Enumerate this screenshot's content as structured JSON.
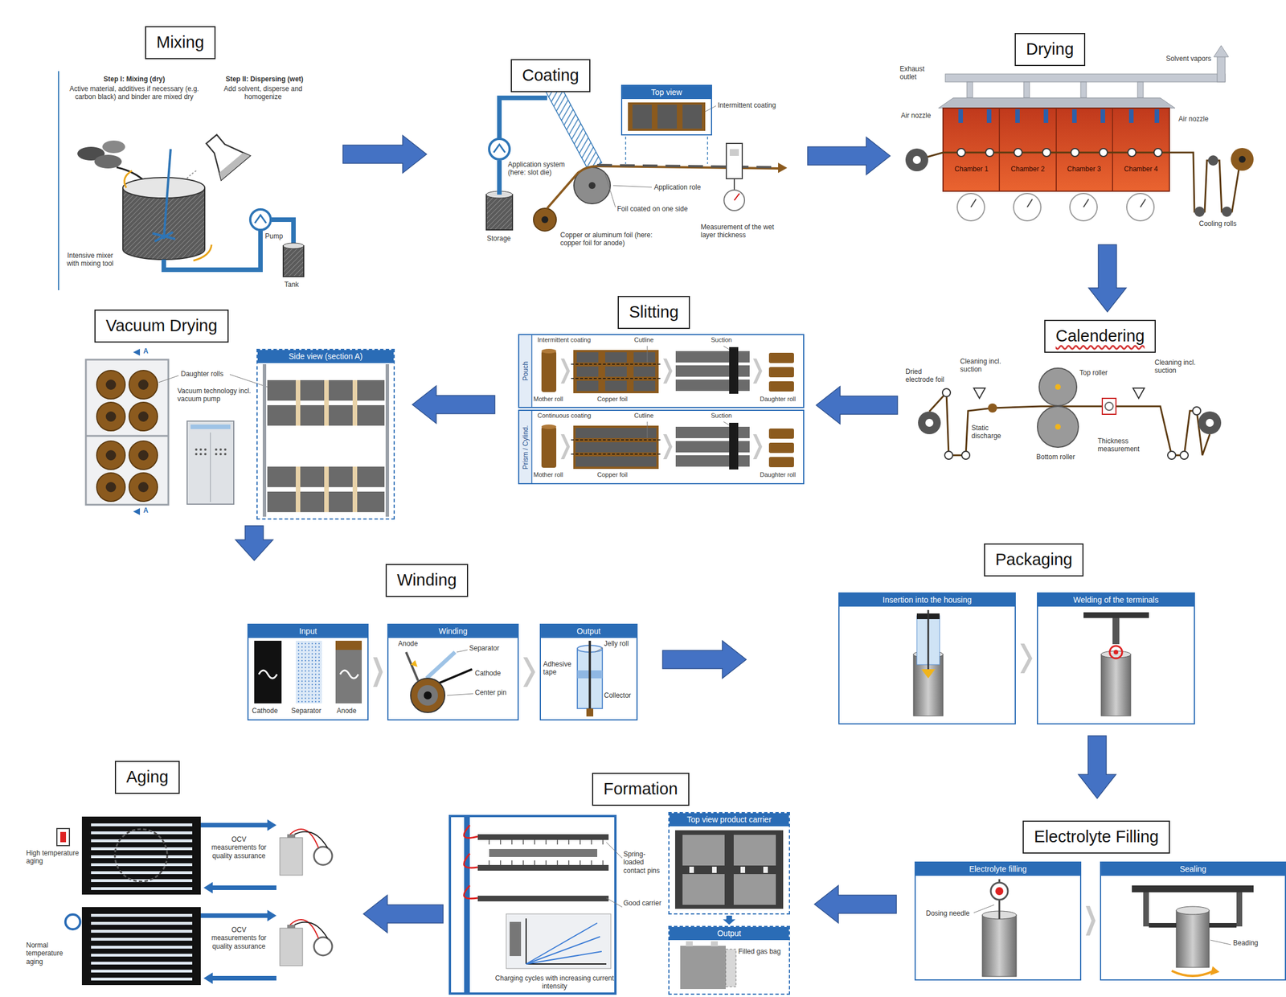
{
  "diagram": {
    "nodes": [
      {
        "text": [
          "Mixing"
        ]
      },
      {
        "text": [
          "Coating"
        ]
      },
      {
        "text": [
          "Top view"
        ],
        "in": 1
      },
      {
        "text": [
          "Drying"
        ]
      },
      {
        "text": [
          "Calendering"
        ]
      },
      {
        "text": [
          "Slitting"
        ]
      },
      {
        "text": [
          "Pouch"
        ],
        "in": 5
      },
      {
        "text": [
          "Prism / Cylind."
        ],
        "in": 5
      },
      {
        "text": [
          "Vacuum Drying"
        ]
      },
      {
        "text": [
          "Side view (section A)"
        ],
        "in": 8
      },
      {
        "text": [
          "Winding"
        ]
      },
      {
        "text": [
          "Input"
        ],
        "in": 10
      },
      {
        "text": [
          "Winding"
        ],
        "in": 10
      },
      {
        "text": [
          "Output"
        ],
        "in": 10
      },
      {
        "text": [
          "Packaging"
        ]
      },
      {
        "text": [
          "Insertion into the housing"
        ],
        "in": 14
      },
      {
        "text": [
          "Welding of the terminals"
        ],
        "in": 14
      },
      {
        "text": [
          "Electrolyte Filling"
        ]
      },
      {
        "text": [
          "Electrolyte filling"
        ],
        "in": 17
      },
      {
        "text": [
          "Sealing"
        ],
        "in": 17
      },
      {
        "text": [
          "Formation"
        ]
      },
      {
        "text": [
          "Top view product carrier"
        ],
        "in": 20
      },
      {
        "text": [
          "Output"
        ],
        "in": 20
      },
      {
        "text": [
          "Aging"
        ]
      }
    ],
    "edges": [
      {
        "from": 0,
        "to": 1,
        "arrow": "to"
      },
      {
        "from": 1,
        "to": 3,
        "arrow": "to"
      },
      {
        "from": 3,
        "to": 4,
        "arrow": "to"
      },
      {
        "from": 4,
        "to": 5,
        "arrow": "to"
      },
      {
        "from": 5,
        "to": 8,
        "arrow": "to"
      },
      {
        "from": 8,
        "to": 10,
        "arrow": "to"
      },
      {
        "from": 10,
        "to": 14,
        "arrow": "to"
      },
      {
        "from": 14,
        "to": 17,
        "arrow": "to"
      },
      {
        "from": 17,
        "to": 20,
        "arrow": "to"
      },
      {
        "from": 20,
        "to": 23,
        "arrow": "to"
      },
      {
        "from": 11,
        "to": 12,
        "arrow": "to"
      },
      {
        "from": 12,
        "to": 13,
        "arrow": "to"
      },
      {
        "from": 15,
        "to": 16,
        "arrow": "to"
      },
      {
        "from": 18,
        "to": 19,
        "arrow": "to"
      },
      {
        "from": 21,
        "to": 22,
        "arrow": "to"
      }
    ],
    "labels": [
      "Step I: Mixing (dry)",
      "Active material, additives if necessary (e.g. carbon black) and binder are mixed dry",
      "Step II: Dispersing (wet)",
      "Add solvent, disperse and homogenize",
      "Intensive mixer with mixing tool",
      "Pump",
      "Tank",
      "Application system (here: slot die)",
      "Application role",
      "Foil coated on one side",
      "Copper or aluminum foil (here: copper foil for anode)",
      "Storage",
      "Measurement of the wet layer thickness",
      "Intermittent coating",
      "Exhaust outlet",
      "Air nozzle",
      "Solvent vapors",
      "Air nozzle",
      "Chamber 1",
      "Chamber 2",
      "Chamber 3",
      "Chamber 4",
      "Cooling rolls",
      "Dried electrode foil",
      "Cleaning incl. suction",
      "Top roller",
      "Cleaning incl. suction",
      "Static discharge",
      "Thickness measurement",
      "Bottom roller",
      "Intermittent coating",
      "Cutline",
      "Suction",
      "Mother roll",
      "Copper foil",
      "Daughter roll",
      "Continuous coating",
      "Cutline",
      "Suction",
      "Mother roll",
      "Copper foil",
      "Daughter roll",
      "Daughter rolls",
      "Vacuum technology incl. vacuum pump",
      "A",
      "A",
      "Cathode",
      "Separator",
      "Anode",
      "Anode",
      "Separator",
      "Cathode",
      "Center pin",
      "Jelly roll",
      "Adhesive tape",
      "Collector",
      "Dosing needle",
      "Beading",
      "Spring-loaded contact pins",
      "Good carrier",
      "Charging cycles with increasing current intensity",
      "Filled gas bag",
      "High temperature aging",
      "OCV measurements for quality assurance",
      "Normal temperature aging",
      "OCV measurements for quality assurance"
    ]
  }
}
